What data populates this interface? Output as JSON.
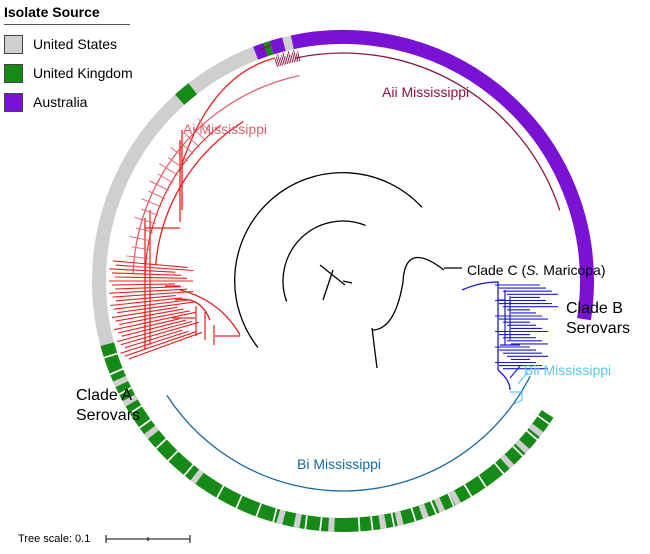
{
  "legend": {
    "title": "Isolate Source",
    "items": [
      {
        "label": "United States",
        "color": "#cfcfcf"
      },
      {
        "label": "United Kingdom",
        "color": "#168a16"
      },
      {
        "label": "Australia",
        "color": "#7a12d6"
      }
    ]
  },
  "labels": {
    "aii": "Aii Mississippi",
    "ai": "Ai Mississippi",
    "clade_c_prefix": "Clade C (",
    "clade_c_genus": "S.",
    "clade_c_species": " Maricopa)",
    "clade_b_line1": "Clade B",
    "clade_b_line2": "Serovars",
    "bii": "Bii Mississippi",
    "clade_a_line1": "Clade A",
    "clade_a_line2": "Serovars",
    "bi": "Bi Mississippi"
  },
  "scale": {
    "label": "Tree scale: 0.1"
  },
  "colors": {
    "us": "#cfcfcf",
    "uk": "#168a16",
    "au": "#7a12d6",
    "clade_a": "#e82020",
    "ai": "#e06070",
    "aii": "#8a1540",
    "bi": "#1a6aa0",
    "bii": "#5bc8f0",
    "clade_b": "#1a1ad0",
    "backbone": "#000000"
  }
}
